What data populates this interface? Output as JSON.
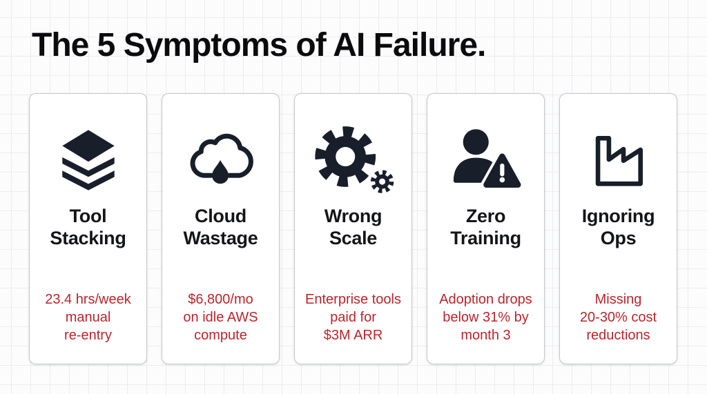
{
  "page": {
    "title": "The 5 Symptoms of AI Failure."
  },
  "colors": {
    "background": "#fcfcfc",
    "grid_line": "#ececec",
    "card_background": "#ffffff",
    "card_border": "#c3c7ce",
    "title_ink": "#0b0b0d",
    "icon_ink": "#181f2b",
    "stat_red": "#c1222a"
  },
  "cards": [
    {
      "icon": "layers-icon",
      "title": "Tool\nStacking",
      "stat": "23.4 hrs/week\nmanual\nre-entry"
    },
    {
      "icon": "cloud-rain-icon",
      "title": "Cloud\nWastage",
      "stat": "$6,800/mo\non idle AWS\ncompute"
    },
    {
      "icon": "gears-icon",
      "title": "Wrong\nScale",
      "stat": "Enterprise tools\npaid for\n$3M ARR"
    },
    {
      "icon": "user-warning-icon",
      "title": "Zero\nTraining",
      "stat": "Adoption drops\nbelow 31% by\nmonth 3"
    },
    {
      "icon": "factory-icon",
      "title": "Ignoring\nOps",
      "stat": "Missing\n20-30% cost\nreductions"
    }
  ]
}
